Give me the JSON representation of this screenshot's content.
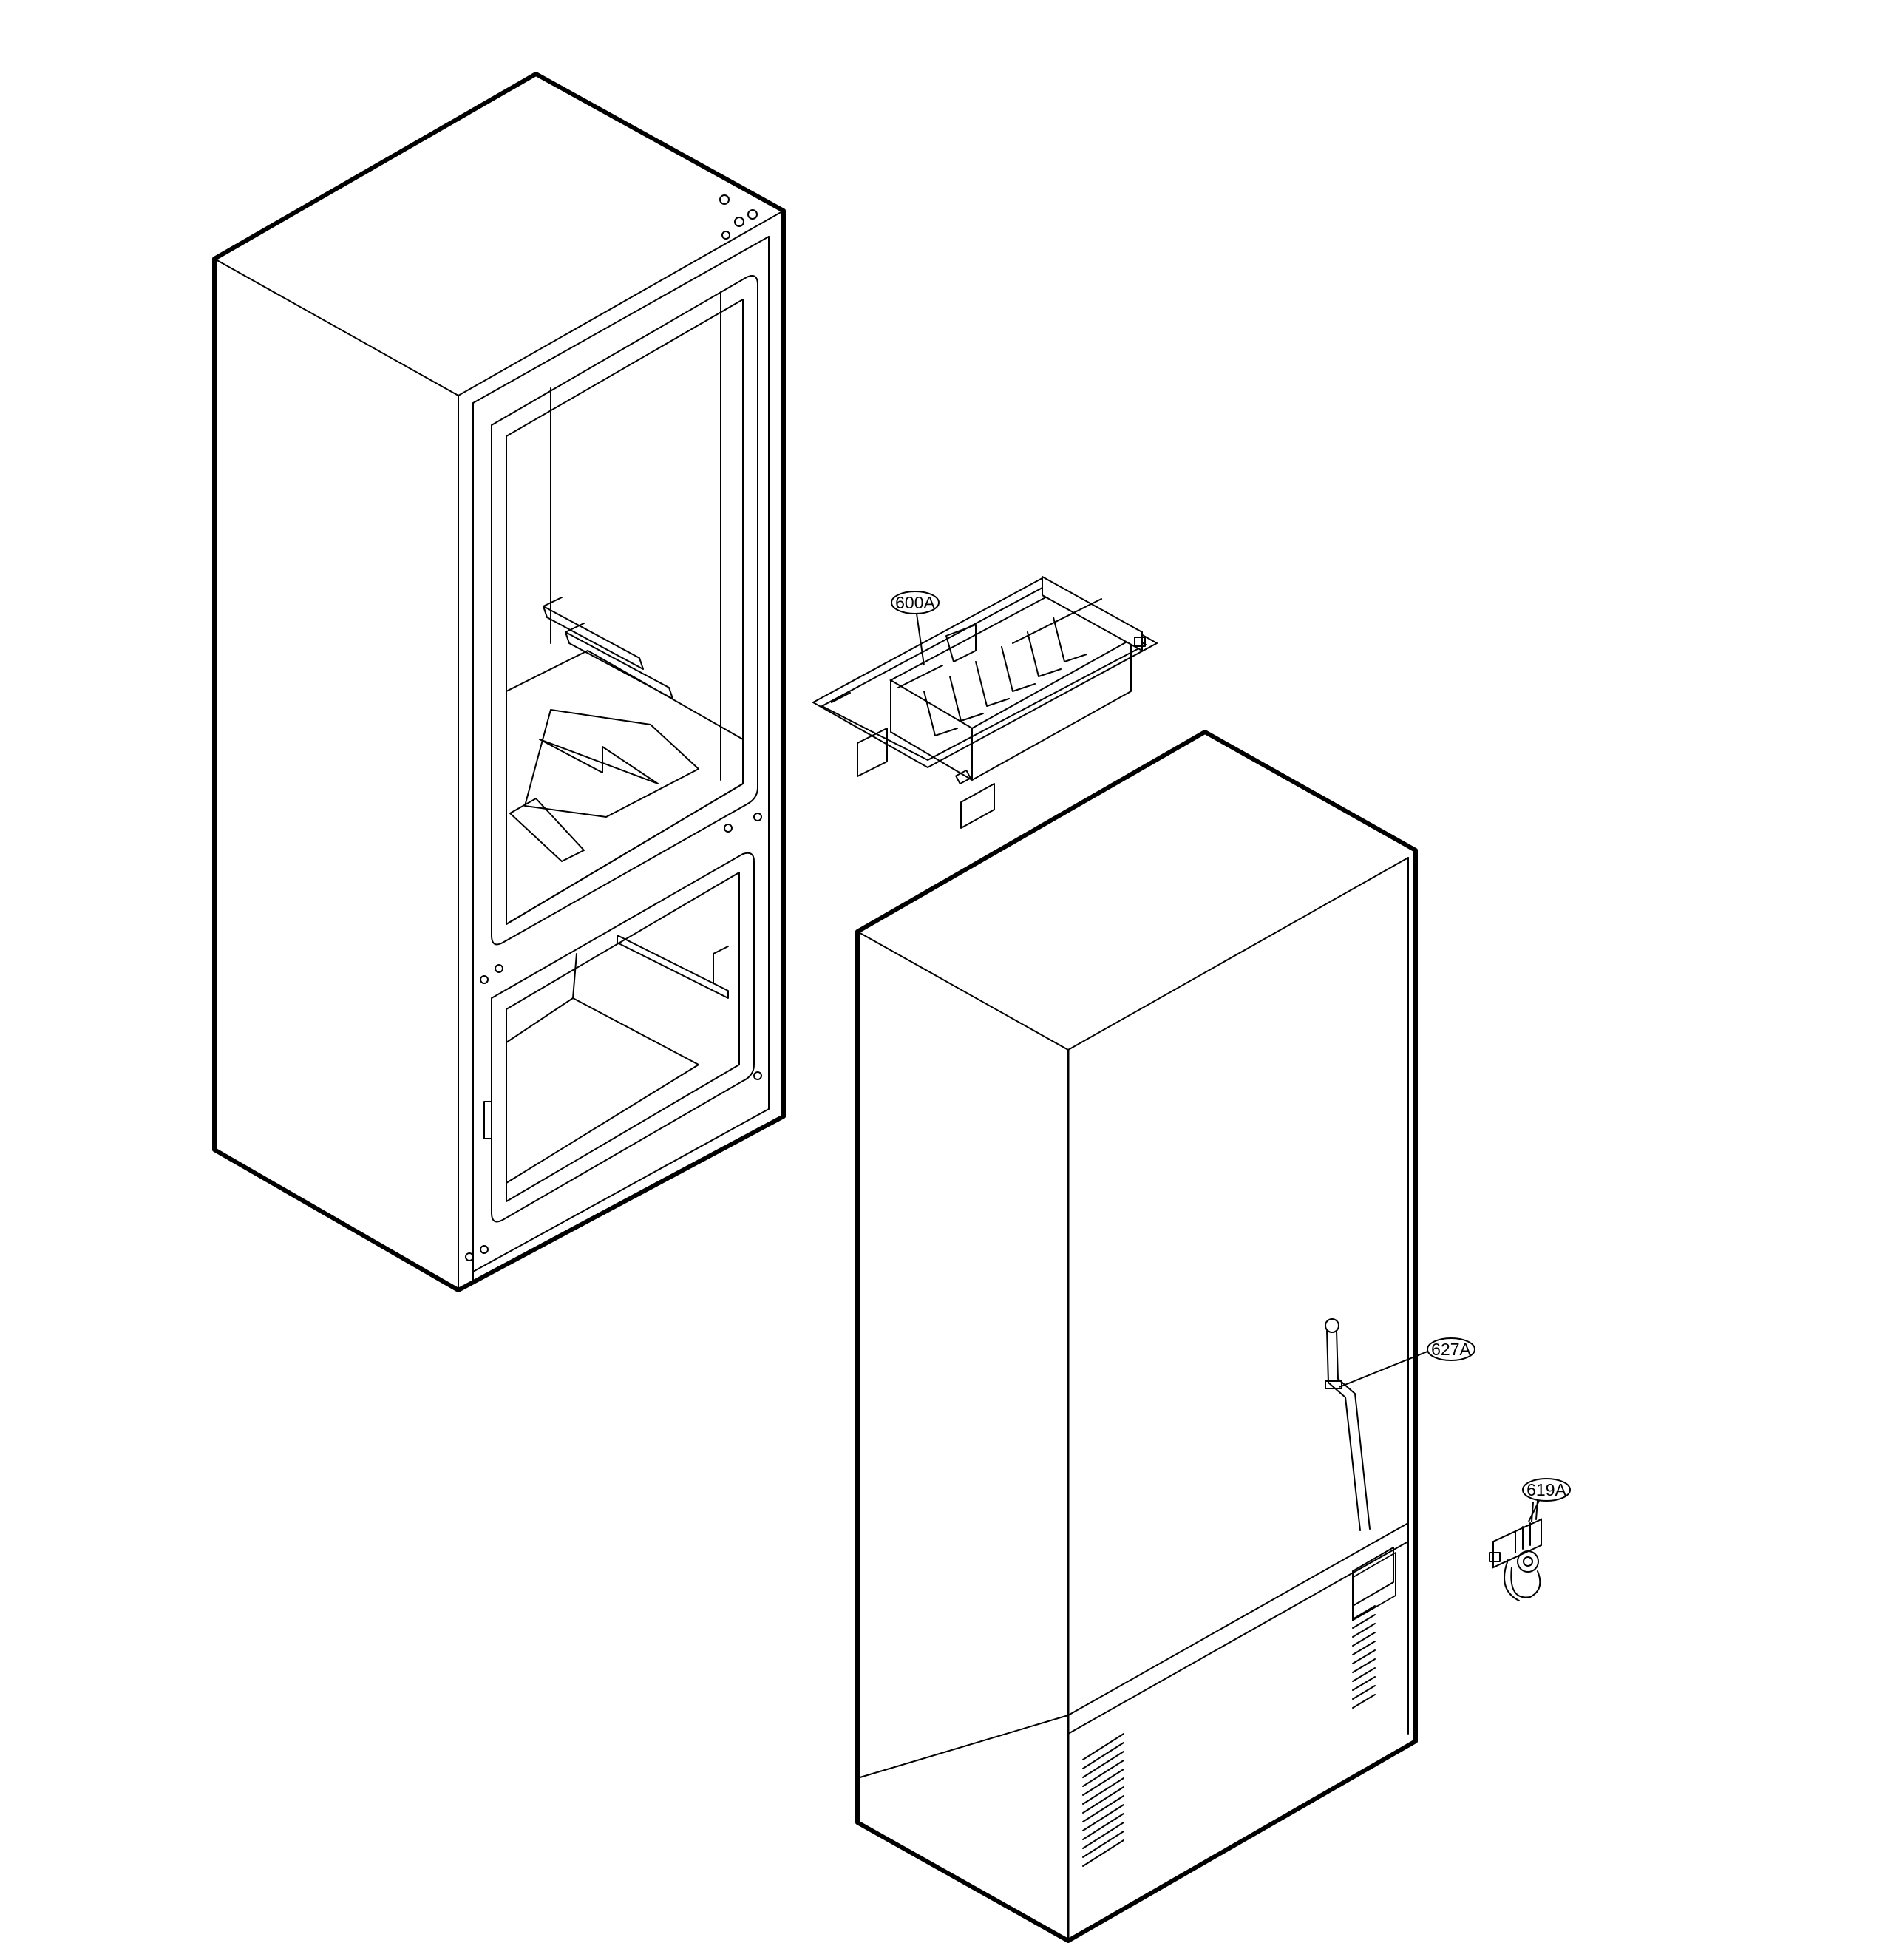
{
  "callouts": {
    "ice_tray": "600A",
    "water_pipe": "627A",
    "valve": "619A"
  },
  "colors": {
    "line": "#000000",
    "background": "#ffffff"
  }
}
